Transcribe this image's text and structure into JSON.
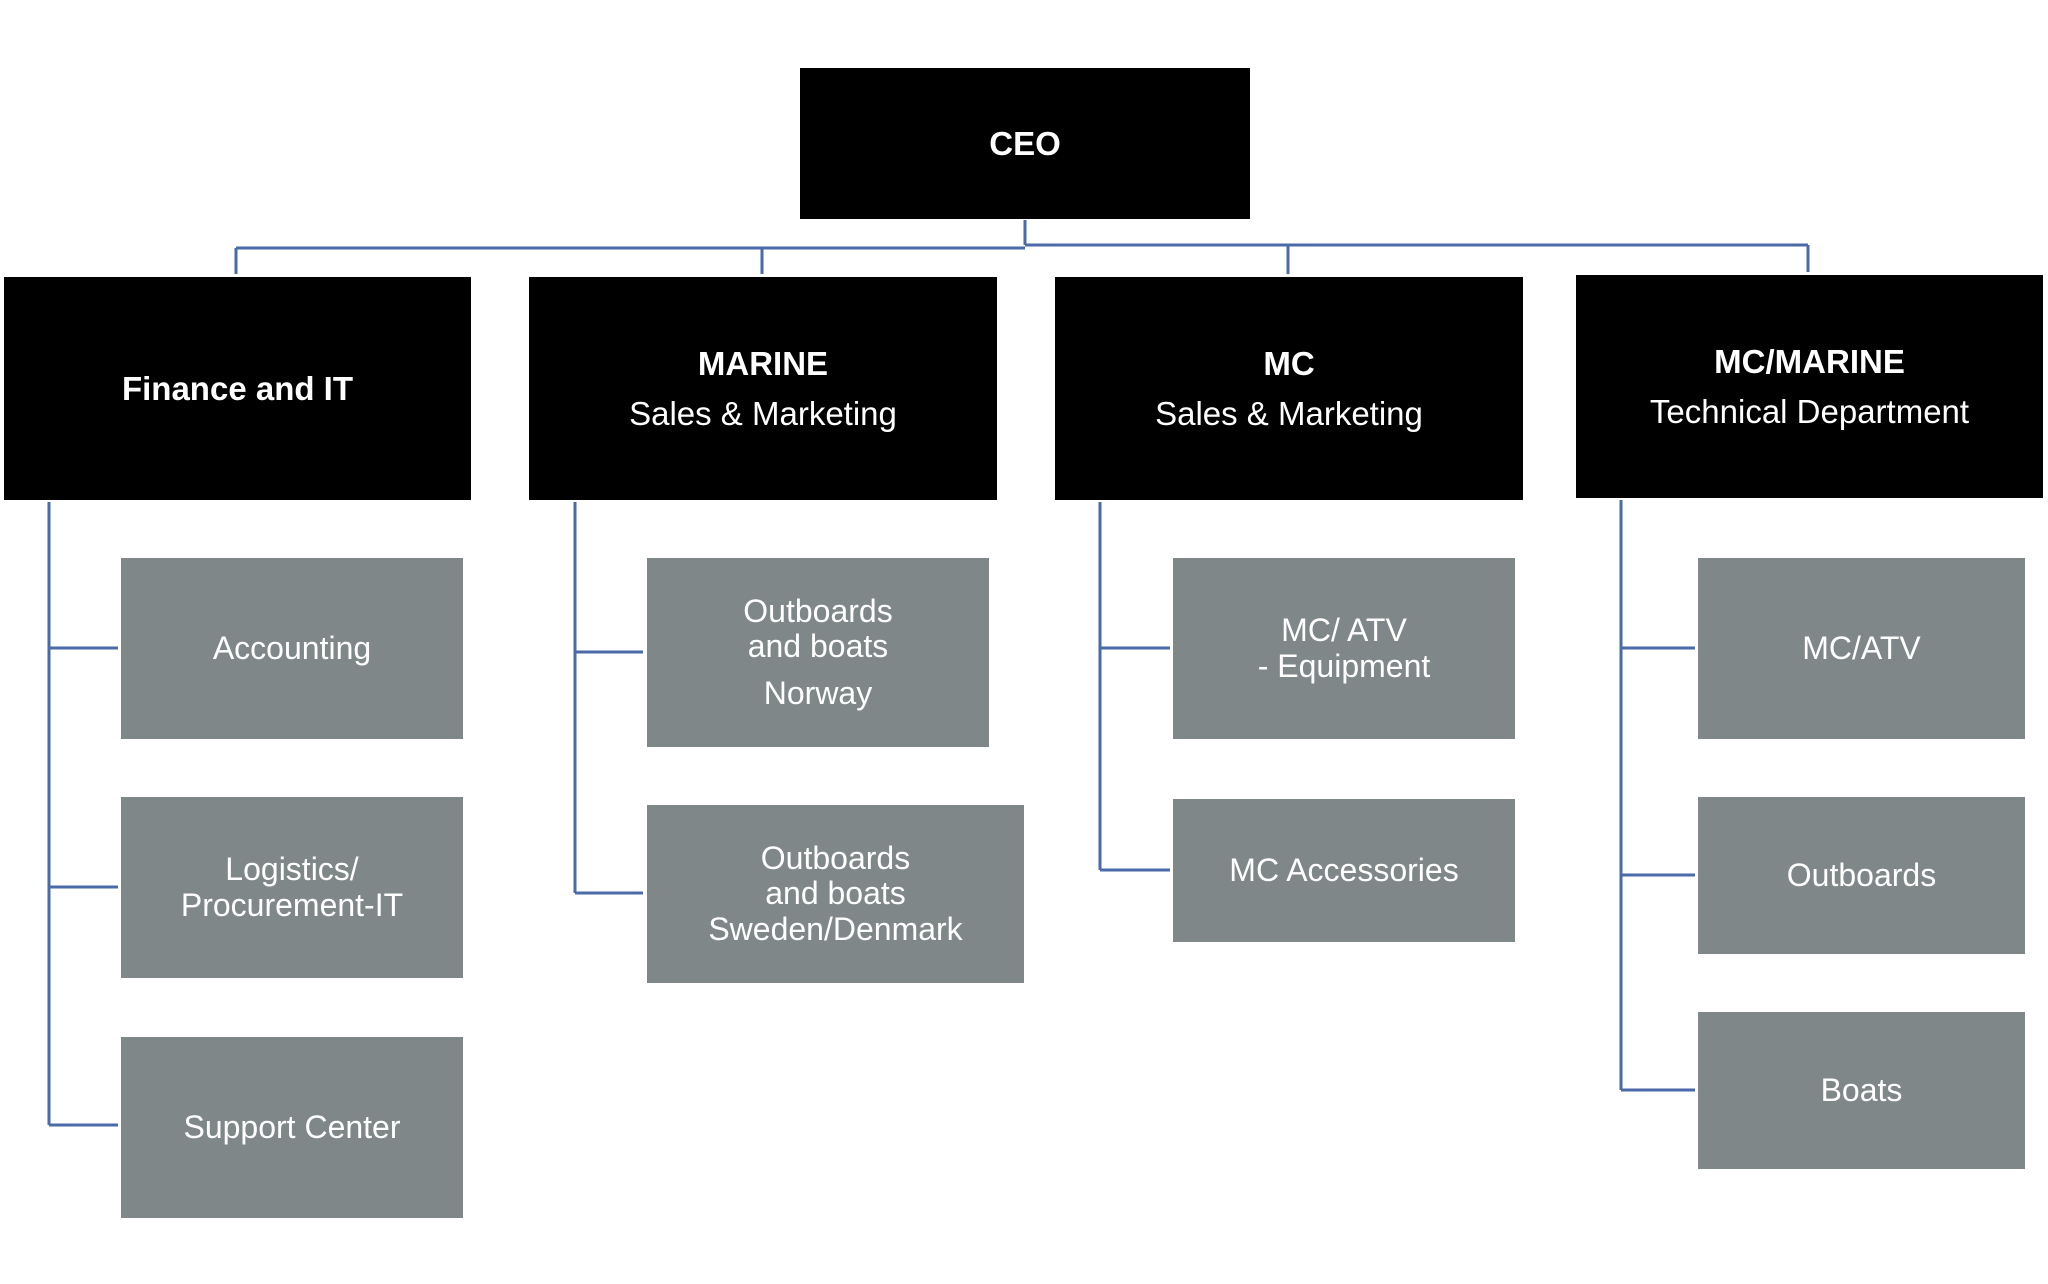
{
  "chart": {
    "root": {
      "title": "CEO"
    },
    "departments": [
      {
        "title": "Finance and IT",
        "subtitle": "",
        "units": [
          {
            "lines": [
              "Accounting"
            ]
          },
          {
            "lines": [
              "Logistics/",
              "Procurement-IT"
            ]
          },
          {
            "lines": [
              "Support Center"
            ]
          }
        ]
      },
      {
        "title": "MARINE",
        "subtitle": "Sales & Marketing",
        "units": [
          {
            "lines": [
              "Outboards",
              "and boats",
              "Norway"
            ]
          },
          {
            "lines": [
              "Outboards",
              "and boats",
              "Sweden/Denmark"
            ]
          }
        ]
      },
      {
        "title": "MC",
        "subtitle": "Sales & Marketing",
        "units": [
          {
            "lines": [
              "MC/ ATV",
              "- Equipment"
            ]
          },
          {
            "lines": [
              "MC Accessories"
            ]
          }
        ]
      },
      {
        "title": "MC/MARINE",
        "subtitle": "Technical Department",
        "units": [
          {
            "lines": [
              "MC/ATV"
            ]
          },
          {
            "lines": [
              "Outboards"
            ]
          },
          {
            "lines": [
              "Boats"
            ]
          }
        ]
      }
    ],
    "colors": {
      "header_box": "#000000",
      "unit_box": "#7f8788",
      "connector": "#4a6aa8",
      "text": "#ffffff"
    }
  }
}
